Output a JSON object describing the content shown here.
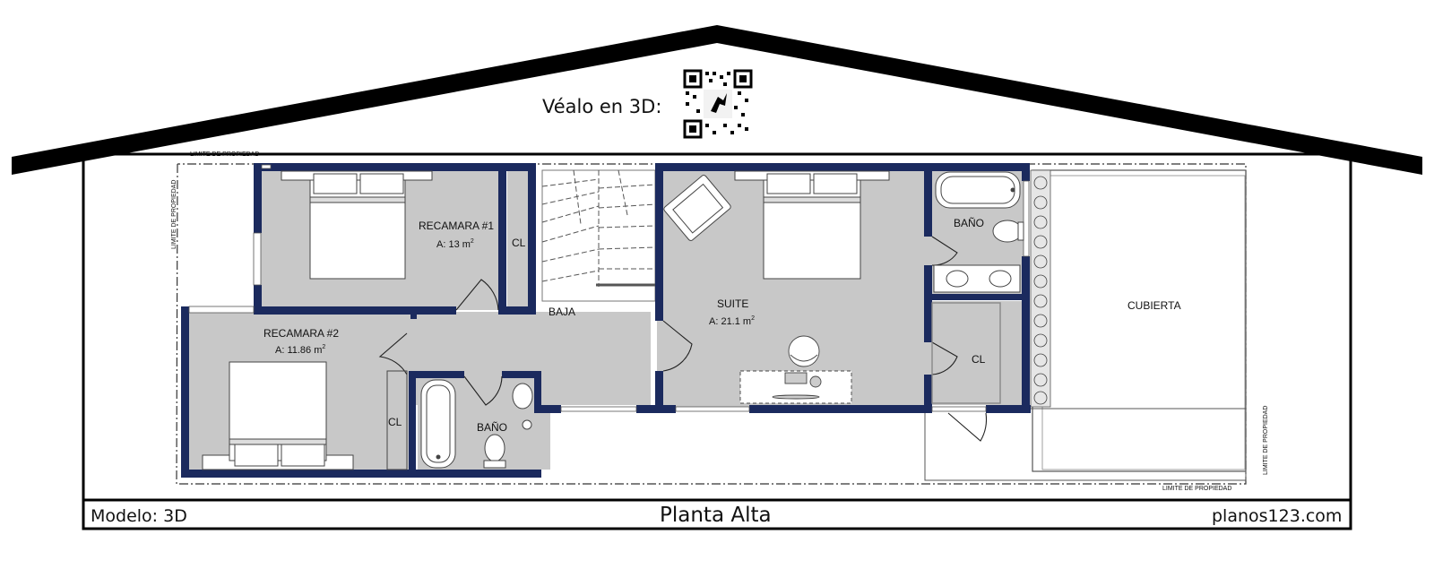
{
  "header": {
    "qr_caption": "Véalo en 3D:"
  },
  "rooms": {
    "bedroom1": {
      "name": "RECAMARA #1",
      "area": "A: 13 m",
      "unit_sup": "2"
    },
    "bedroom2": {
      "name": "RECAMARA #2",
      "area": "A: 11.86 m",
      "unit_sup": "2"
    },
    "suite": {
      "name": "SUITE",
      "area": "A: 21.1 m",
      "unit_sup": "2"
    },
    "closet1": "CL",
    "closet2": "CL",
    "closet3": "CL",
    "bath_suite": "BAÑO",
    "bath_hall": "BAÑO",
    "stairs": "BAJA",
    "roof": "CUBIERTA"
  },
  "property_labels": {
    "top": "LIMITE DE PROPIEDAD",
    "left": "LIMITE DE PROPIEDAD",
    "right": "LIMITE DE PROPIEDAD",
    "bottom": "LIMITE DE PROPIEDAD"
  },
  "footer": {
    "model": "Modelo: 3D",
    "title": "Planta Alta",
    "site": "planos123.com"
  },
  "colors": {
    "wall": "#1b2a5e",
    "floor": "#c8c8c8",
    "roof_line": "#000000",
    "paper": "#ffffff"
  }
}
